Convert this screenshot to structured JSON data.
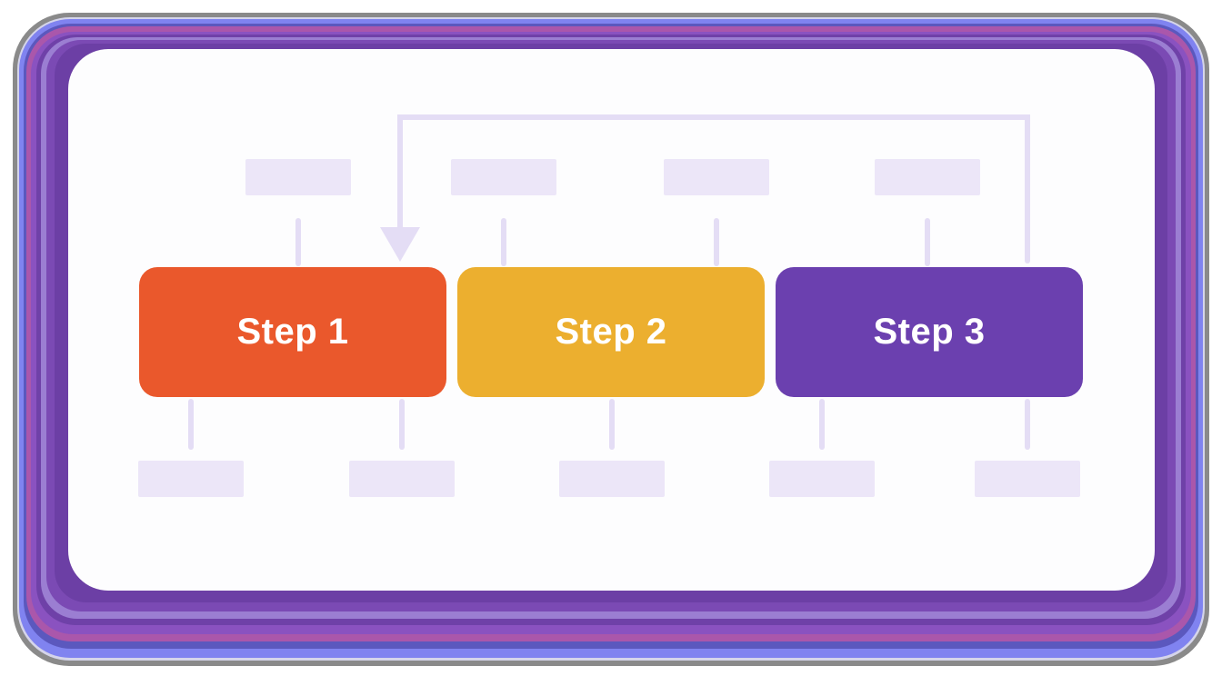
{
  "title": "Three step flowchart diagram",
  "colors": {
    "page_bg": "#FFFFFF",
    "card_bg": "#FDFDFE",
    "ring_gray": "#8A8A8A",
    "ring_sep": "#D5D5EA",
    "ring_periwinkle": "#8083F0",
    "ring_indigo": "#5B58BE",
    "ring_magenta": "#AA57AB",
    "ring_purple_a": "#8A52C0",
    "ring_purple_b": "#6F41A8",
    "ring_purple_c": "#9B7ED2",
    "ring_purple_d": "#7B4AB4",
    "ring_purple_e": "#6C3FA5",
    "placeholder": "#ECE6F8",
    "connector": "#E4DDF5",
    "step_label": "#FFFFFF",
    "step1": "#EA582C",
    "step2": "#ECAF2F",
    "step3": "#6B40AF"
  },
  "flowchart": {
    "steps": [
      {
        "label": "Step 1"
      },
      {
        "label": "Step 2"
      },
      {
        "label": "Step 3"
      }
    ],
    "top_placeholder_count": 4,
    "bottom_placeholder_count": 5,
    "loop_arrow_description": "feedback-loop-from-step3-column-to-step1"
  }
}
